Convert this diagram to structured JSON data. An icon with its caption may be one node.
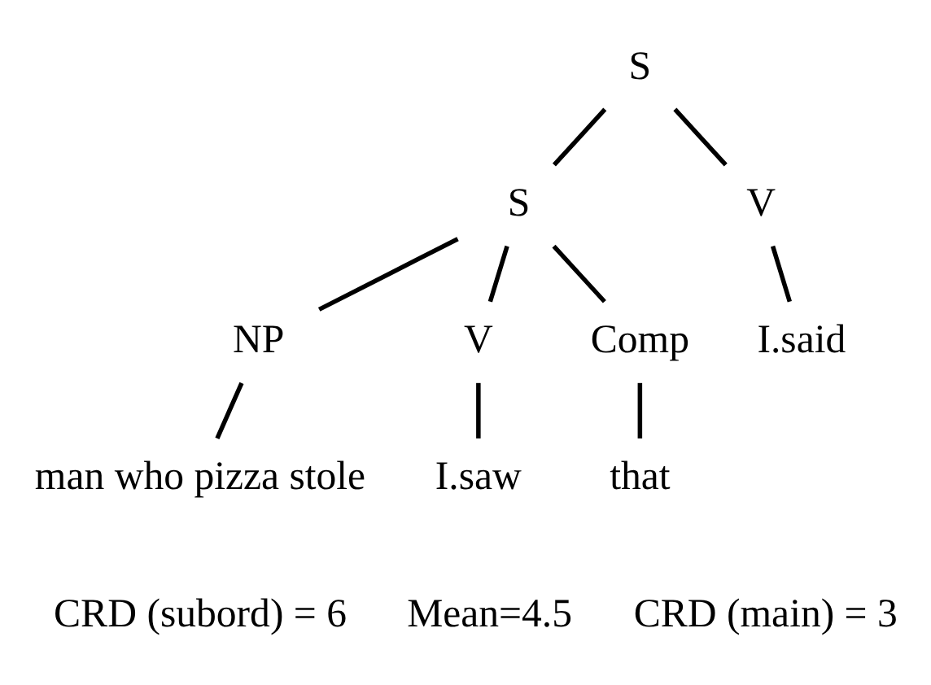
{
  "diagram": {
    "nodes": [
      {
        "text": [
          "S"
        ]
      },
      {
        "text": [
          "S"
        ]
      },
      {
        "text": [
          "V"
        ]
      },
      {
        "text": [
          "NP"
        ]
      },
      {
        "text": [
          "V"
        ]
      },
      {
        "text": [
          "Comp"
        ]
      },
      {
        "text": [
          "I.said"
        ]
      },
      {
        "text": [
          "man who pizza stole"
        ]
      },
      {
        "text": [
          "I.saw"
        ]
      },
      {
        "text": [
          "that"
        ]
      }
    ],
    "edges": [
      {
        "from": 0,
        "to": 1,
        "arrow": "none"
      },
      {
        "from": 0,
        "to": 2,
        "arrow": "none"
      },
      {
        "from": 1,
        "to": 3,
        "arrow": "none"
      },
      {
        "from": 1,
        "to": 4,
        "arrow": "none"
      },
      {
        "from": 1,
        "to": 5,
        "arrow": "none"
      },
      {
        "from": 2,
        "to": 6,
        "arrow": "none"
      },
      {
        "from": 3,
        "to": 7,
        "arrow": "none"
      },
      {
        "from": 4,
        "to": 8,
        "arrow": "none"
      },
      {
        "from": 5,
        "to": 9,
        "arrow": "none"
      }
    ],
    "labels": [
      "CRD (subord) = 6",
      "Mean=4.5",
      "CRD (main) = 3"
    ]
  }
}
